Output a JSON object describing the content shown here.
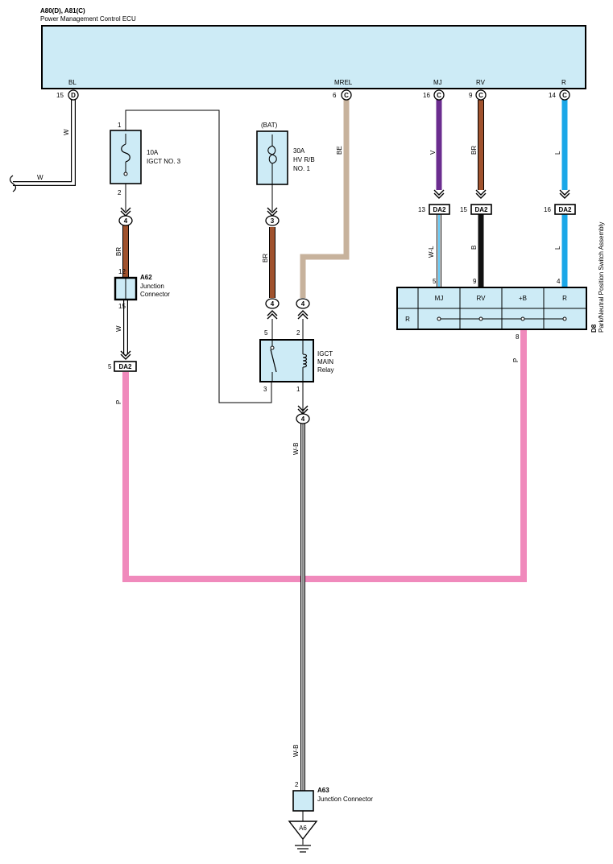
{
  "ecu": {
    "code": "A80(D), A81(C)",
    "name": "Power Management Control ECU",
    "fill": "#cdebf6",
    "terminals": [
      {
        "label": "BL",
        "pin": "15",
        "conn": "D"
      },
      {
        "label": "MREL",
        "pin": "6",
        "conn": "C"
      },
      {
        "label": "MJ",
        "pin": "16",
        "conn": "C"
      },
      {
        "label": "RV",
        "pin": "9",
        "conn": "C"
      },
      {
        "label": "R",
        "pin": "14",
        "conn": "C"
      }
    ]
  },
  "wire_colors": {
    "W": "#ffffff",
    "BR": "#a0522d",
    "BE": "#c7b29c",
    "V": "#6b2d8f",
    "L": "#1aa7e8",
    "B": "#111111",
    "P": "#f08abc",
    "W-L": "#1aa7e8",
    "W-B": "#111111"
  },
  "wires": {
    "bl_branch": "W",
    "bl_main": "W",
    "mrel": "BE",
    "mj": "V",
    "rv": "BR",
    "r": "L",
    "da2_mj": "W-L",
    "da2_rv": "B",
    "da2_r": "L",
    "fuse1_out": "BR",
    "a62_out": "W",
    "fuse2_out": "BR",
    "da2_5_out": "P",
    "d8_out": "P",
    "relay_out": "W-B",
    "ground_lower": "W-B"
  },
  "fuse1": {
    "rating": "10A",
    "name": "IGCT NO. 3",
    "pin_top": "1",
    "pin_bottom": "2",
    "connector": "4"
  },
  "fuse2": {
    "source": "(BAT)",
    "rating": "30A",
    "name": "HV R/B",
    "name2": "NO. 1",
    "connector": "3"
  },
  "a62": {
    "code": "A62",
    "name": "Junction",
    "name2": "Connector",
    "pin_in": "12",
    "pin_out": "15"
  },
  "da2_left": {
    "pin": "5",
    "conn": "DA2"
  },
  "da2_right": [
    {
      "pin": "13",
      "conn": "DA2"
    },
    {
      "pin": "15",
      "conn": "DA2"
    },
    {
      "pin": "16",
      "conn": "DA2"
    }
  ],
  "relay": {
    "name": "IGCT",
    "name2": "MAIN",
    "name3": "Relay",
    "pins": {
      "p5": "5",
      "p2": "2",
      "p3": "3",
      "p1": "1"
    },
    "conn_in": "4",
    "conn_in2": "4",
    "conn_out": "4"
  },
  "d8": {
    "code": "D8",
    "name": "Park/Neutral Position Switch Assembly",
    "fill": "#cdebf6",
    "columns": [
      "MJ",
      "RV",
      "+B",
      "R"
    ],
    "row": "R",
    "pins": {
      "mj": "5",
      "rv": "9",
      "b": "4",
      "out": "8"
    }
  },
  "a63": {
    "code": "A63",
    "name": "Junction Connector",
    "pin": "2"
  },
  "ground": {
    "label": "A6"
  }
}
